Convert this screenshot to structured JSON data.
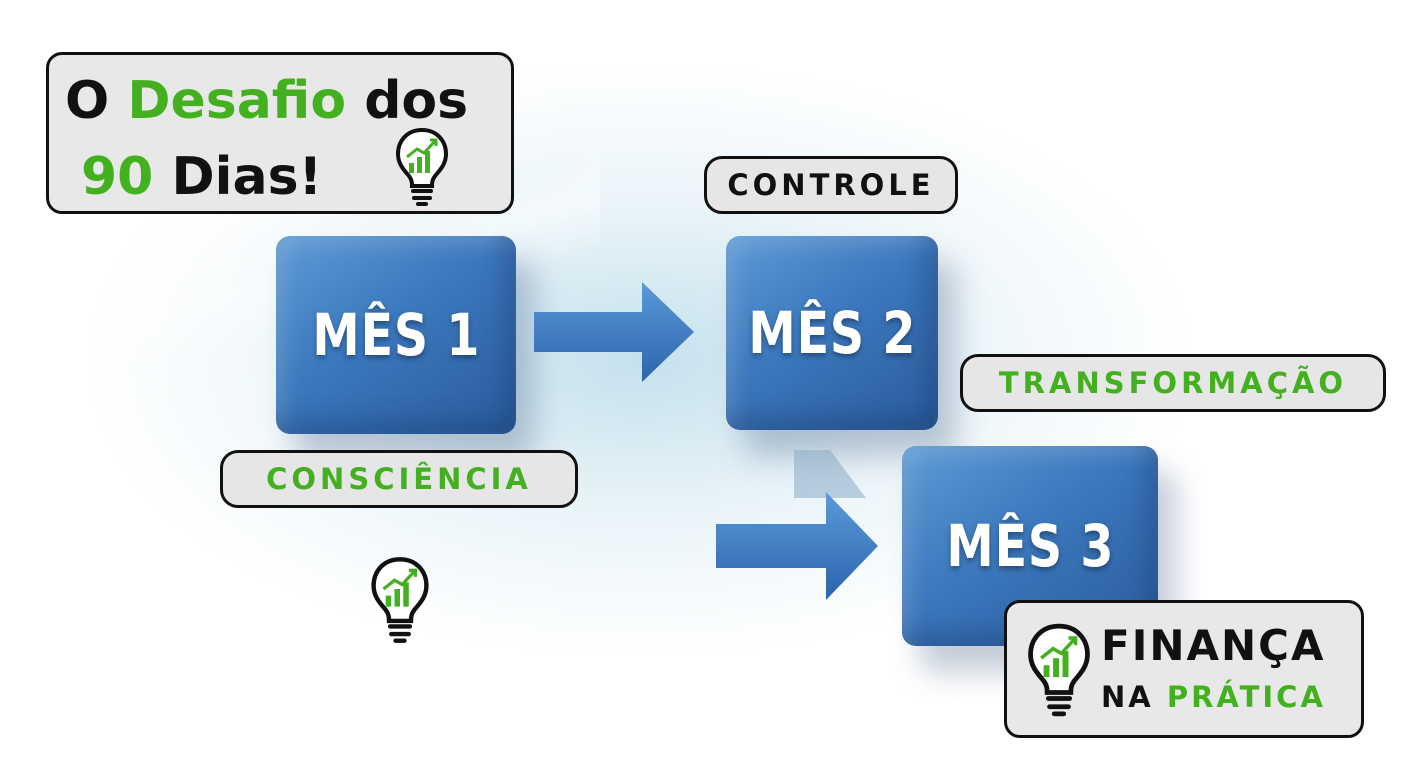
{
  "title": {
    "line1": {
      "word1": "O",
      "word2": "Desafio",
      "word3": "dos"
    },
    "line2": {
      "number": "90",
      "word": "Dias!"
    }
  },
  "steps": [
    {
      "cube_label": "MÊS 1",
      "tag": "CONSCIÊNCIA"
    },
    {
      "cube_label": "MÊS 2",
      "tag": "CONTROLE"
    },
    {
      "cube_label": "MÊS 3",
      "tag": "TRANSFORMAÇÃO"
    }
  ],
  "brand": {
    "line1": "FINANÇA",
    "line2_word1": "NA",
    "line2_word2": "PRÁTICA"
  },
  "colors": {
    "green": "#43b020",
    "cube_blue": "#3b78bd",
    "text_dark": "#111111",
    "box_bg": "#e8e8e8"
  },
  "icons": [
    "lightbulb-chart-icon",
    "arrow-right-icon"
  ]
}
